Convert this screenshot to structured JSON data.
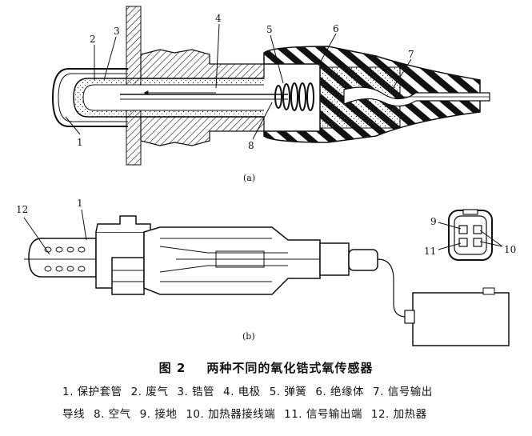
{
  "diagram_a": {
    "sublabel": "(a)",
    "callouts": [
      "1",
      "2",
      "3",
      "4",
      "5",
      "6",
      "7",
      "8"
    ]
  },
  "diagram_b": {
    "sublabel": "(b)",
    "callouts": [
      "12",
      "1",
      "9",
      "10",
      "11"
    ]
  },
  "caption": {
    "figure_no": "图 2",
    "title": "两种不同的氧化锆式氧传感器"
  },
  "legend": {
    "line1": [
      "1. 保护套管",
      "2. 废气",
      "3. 锆管",
      "4. 电极",
      "5. 弹簧",
      "6. 绝缘体",
      "7. 信号输出"
    ],
    "line2": [
      "导线",
      "8. 空气",
      "9. 接地",
      "10. 加热器接线端",
      "11. 信号输出端",
      "12. 加热器"
    ]
  }
}
